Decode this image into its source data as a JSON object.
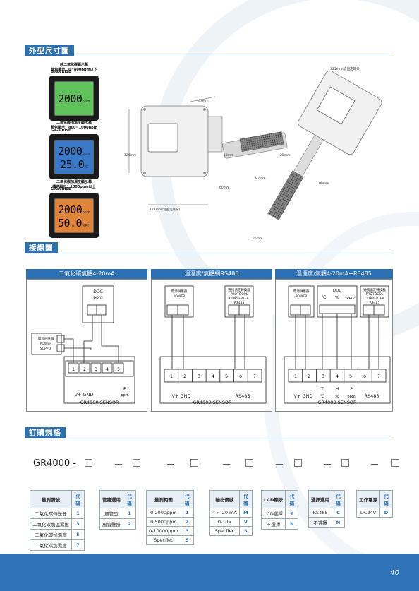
{
  "sections": {
    "dimensions_title": "外型尺寸圖",
    "wiring_title": "接線圖",
    "ordering_title": "訂購規格"
  },
  "lcd": [
    {
      "caption_1": "純二氧化碳顯示幕",
      "caption_2": "綠色顯示：0~800ppm以下",
      "brand": "GIGA RISE",
      "line1": "2000",
      "unit1": "ppm",
      "line2": "",
      "unit2": "",
      "color": "#5fc25a"
    },
    {
      "caption_1": "二氧化碳加溫度顯示幕",
      "caption_2": "藍色顯示：800~1000ppm",
      "brand": "GIGA RISE",
      "line1": "2000",
      "unit1": "ppm",
      "line2": "25.0",
      "unit2": "℃",
      "color": "#3a78c8"
    },
    {
      "caption_1": "二氧化碳加濕度顯示幕",
      "caption_2": "橘色顯示：1000ppm以上",
      "brand": "GIGA RISE",
      "line1": "2000",
      "unit1": "ppm",
      "line2": "50.0",
      "unit2": "%RH",
      "color": "#e0843a"
    }
  ],
  "dimension_labels": {
    "d47": "47mm",
    "d120": "120mm",
    "d18": "18mm",
    "d28": "28mm",
    "d82": "82mm",
    "d60": "60mm",
    "d123": "123mm(含固定耳朵)",
    "d125": "125mm(含固定耳朵)",
    "d90": "90mm",
    "d25": "25mm"
  },
  "wiring": {
    "panels": [
      {
        "title": "二氧化碳氣體4-20mA"
      },
      {
        "title": "溫溼度/氣體網RS485"
      },
      {
        "title": "溫溼度/氣體4-20mA+RS485"
      }
    ],
    "ddc": "DDC",
    "ppm": "ppm",
    "power_supply_cn": "電源供應器",
    "power_supply_en1": "POWER",
    "power_supply_en2": "SUPPLY",
    "power_cn": "電源供應器",
    "power_en": "POWER",
    "converter_cn": "通訊協定轉換器",
    "converter_en1": "PROTOCOL",
    "converter_en2": "CONVERTER",
    "converter_en3": "RS485",
    "vplus_gnd": "V+  GND",
    "rs485": "RS485",
    "sensor": "GR4000  SENSOR",
    "p_label": "P",
    "t_label": "T",
    "h_label": "H",
    "deg_c": "℃",
    "pct": "%",
    "ppm_small": "ppm"
  },
  "ordering": {
    "model": "GR4000 -",
    "tables": [
      {
        "header": "量測價號",
        "code_header": "代碼",
        "rows": [
          [
            "二氧化碳傳送器",
            "1"
          ],
          [
            "二氧化碳加溫濕度",
            "3"
          ],
          [
            "二氧化碳加溫度",
            "5"
          ],
          [
            "二氧化碳加濕度",
            "7"
          ]
        ]
      },
      {
        "header": "管路選用",
        "code_header": "代碼",
        "rows": [
          [
            "風管型",
            "1"
          ],
          [
            "風管壁掛",
            "2"
          ]
        ]
      },
      {
        "header": "量測範圍",
        "code_header": "代碼",
        "rows": [
          [
            "0-2000ppm",
            "1"
          ],
          [
            "0-5000ppm",
            "2"
          ],
          [
            "0-10000ppm",
            "3"
          ],
          [
            "Specfiec",
            "S"
          ]
        ]
      },
      {
        "header": "輸出價號",
        "code_header": "代碼",
        "rows": [
          [
            "4 ~ 20 mA",
            "M"
          ],
          [
            "0-10V",
            "V"
          ],
          [
            "Specfiec",
            "S"
          ]
        ]
      },
      {
        "header": "LCD顯示",
        "code_header": "代碼",
        "rows": [
          [
            "LCD選擇",
            "Y"
          ],
          [
            "不選擇",
            "N"
          ]
        ]
      },
      {
        "header": "通訊選用",
        "code_header": "代碼",
        "rows": [
          [
            "RS485",
            "C"
          ],
          [
            "不選擇",
            "N"
          ]
        ]
      },
      {
        "header": "工作電源",
        "code_header": "代碼",
        "rows": [
          [
            "DC24V",
            "D"
          ]
        ]
      }
    ]
  },
  "page_number": "40"
}
